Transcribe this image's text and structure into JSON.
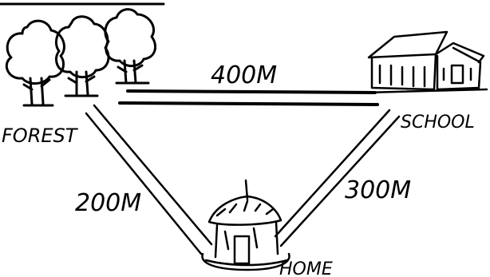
{
  "places": {
    "forest": {
      "label": "FOREST",
      "icon": "trees-icon"
    },
    "school": {
      "label": "SCHOOL",
      "icon": "school-building-icon"
    },
    "home": {
      "label": "HOME",
      "icon": "hut-icon"
    }
  },
  "paths": {
    "forest_school": {
      "distance": "400M"
    },
    "forest_home": {
      "distance": "200M"
    },
    "school_home": {
      "distance": "300M"
    }
  }
}
